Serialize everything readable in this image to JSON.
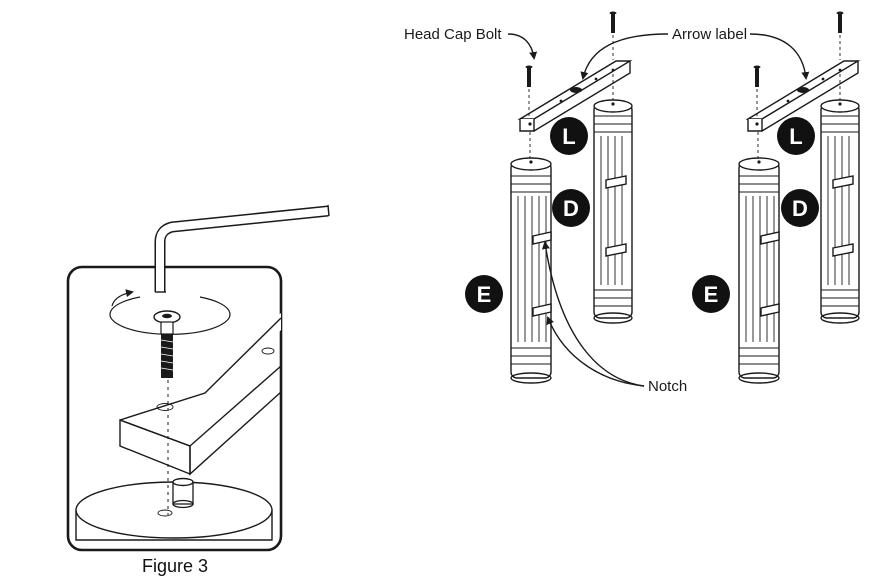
{
  "labels": {
    "head_cap_bolt": "Head Cap Bolt",
    "arrow_label": "Arrow label",
    "notch": "Notch",
    "figure": "Figure 3"
  },
  "badges": {
    "l": "L",
    "d": "D",
    "e": "E"
  },
  "colors": {
    "ink": "#1a1a1a",
    "badge": "#111111",
    "paper": "#ffffff"
  }
}
